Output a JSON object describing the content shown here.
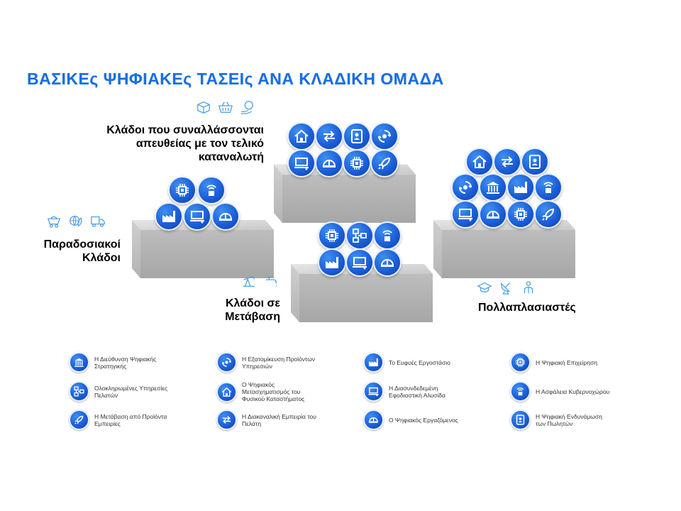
{
  "title": "ΒΑΣΙΚΕς ΨΗΦΙΑΚΕς ΤΑΣΕΙς ΑΝΑ ΚΛΑΔΙΚΗ ΟΜΑΔΑ",
  "groups": {
    "consumer": {
      "line1": "Κλάδοι που συναλλάσσονται",
      "line2": "απευθείας με τον τελικό",
      "line3": "καταναλωτή",
      "icons": [
        "box-icon",
        "basket-icon",
        "hand-globe-icon"
      ]
    },
    "traditional": {
      "line1": "Παραδοσιακοί",
      "line2": "Κλάδοι",
      "icons": [
        "mining-cart-icon",
        "globe-leaf-icon",
        "truck-icon"
      ]
    },
    "transition": {
      "line1": "Κλάδοι σε",
      "line2": "Μετάβαση",
      "icons": [
        "oil-pump-icon",
        "faucet-icon"
      ]
    },
    "multipliers": {
      "line1": "Πολλαπλασιαστές",
      "icons": [
        "graduation-cap-icon",
        "satellite-dish-icon",
        "people-idea-icon"
      ]
    }
  },
  "legend": [
    {
      "icon": "institution-icon",
      "text1": "Η Διεύθυνση Ψηφιακής",
      "text2": "Στρατηγικής"
    },
    {
      "icon": "recycle-icon",
      "text1": "Η Εξατομίκευση Προϊόντων",
      "text2": "Υπηρεσιών"
    },
    {
      "icon": "factory-icon",
      "text1": "Το Ευφυές Εργοστάσιο",
      "text2": ""
    },
    {
      "icon": "chip-icon",
      "text1": "Η Ψηφιακή Επιχείρηση",
      "text2": ""
    },
    {
      "icon": "network-icon",
      "text1": "Ολοκληρωμένες Υπηρεσίες",
      "text2": "Πελατών"
    },
    {
      "icon": "home-icon",
      "text1": "Ο Ψηφιακός",
      "text2": "Μετασχηματισμός του",
      "text3": "Φυσικού Καταστήματος"
    },
    {
      "icon": "laptop-network-icon",
      "text1": "Η Διασυνδεδεμένη",
      "text2": "Εφοδιαστική Αλυσίδα"
    },
    {
      "icon": "lock-wifi-icon",
      "text1": "Η Ασφάλεια Κυβερνοχώρου",
      "text2": ""
    },
    {
      "icon": "rocket-icon",
      "text1": "Η Μετάβαση από Προϊόντα",
      "text2": "Εμπειρίες"
    },
    {
      "icon": "arrows-icon",
      "text1": "Η Διακαναλική Εμπειρία του",
      "text2": "Πελάτη"
    },
    {
      "icon": "helmet-icon",
      "text1": "Ο Ψηφιακός Εργαζόμενος",
      "text2": ""
    },
    {
      "icon": "tablet-person-icon",
      "text1": "Η Ψηφιακή Ενδυνάμωση",
      "text2": "των Πωλητών"
    }
  ],
  "colors": {
    "accent": "#1a6fe0",
    "platform_top": "#dcdcdc",
    "platform_side": "#b9b9b9",
    "label": "#000000"
  }
}
